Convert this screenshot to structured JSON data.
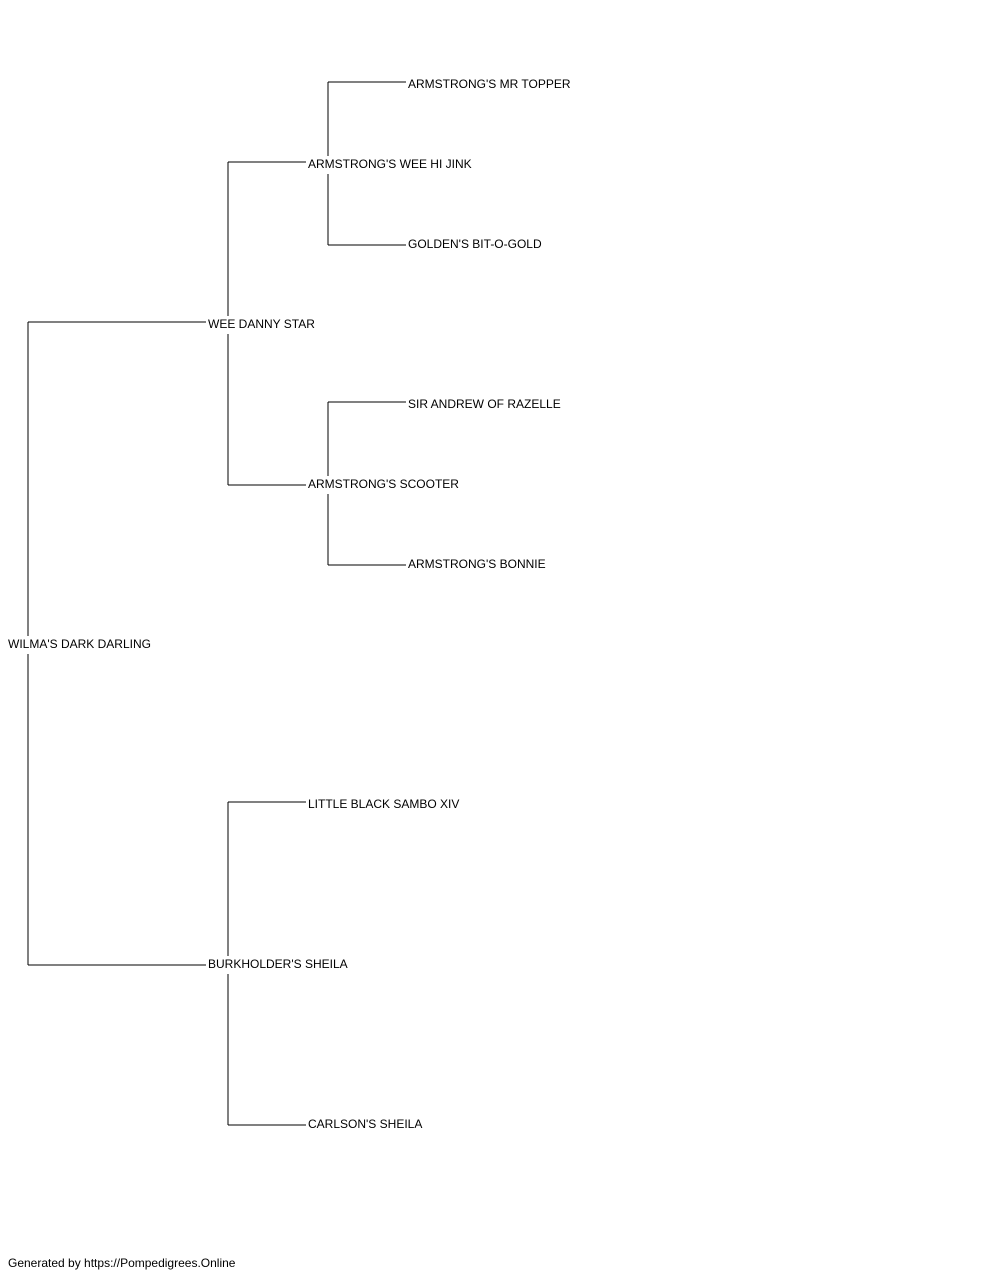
{
  "pedigree": {
    "subject": "WILMA'S DARK DARLING",
    "sire": {
      "name": "WEE DANNY STAR",
      "sire": {
        "name": "ARMSTRONG'S WEE HI JINK",
        "sire": "ARMSTRONG'S MR TOPPER",
        "dam": "GOLDEN'S BIT-O-GOLD"
      },
      "dam": {
        "name": "ARMSTRONG'S SCOOTER",
        "sire": "SIR ANDREW OF RAZELLE",
        "dam": "ARMSTRONG'S BONNIE"
      }
    },
    "dam": {
      "name": "BURKHOLDER'S SHEILA",
      "sire": "LITTLE BLACK SAMBO XIV",
      "dam": "CARLSON'S SHEILA"
    }
  },
  "footer": {
    "text": "Generated by https://Pompedigrees.Online"
  }
}
